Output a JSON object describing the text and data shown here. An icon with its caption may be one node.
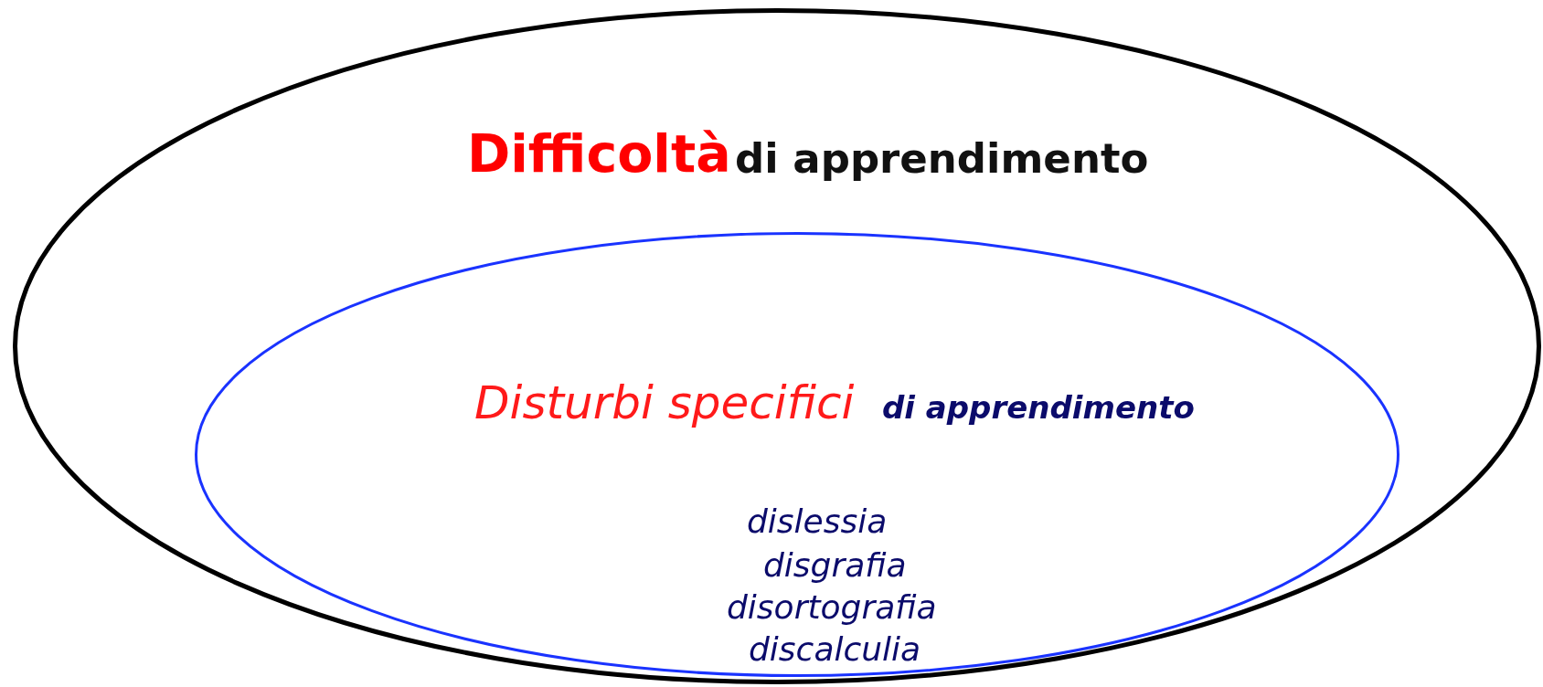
{
  "diagram": {
    "nodes": [
      {
        "text": [
          "Difficoltà",
          "di apprendimento"
        ]
      },
      {
        "text": [
          "Disturbi specifici",
          "di apprendimento",
          "dislessia",
          "disgrafia",
          "disortografia",
          "discalculia"
        ],
        "in": 0
      }
    ]
  }
}
